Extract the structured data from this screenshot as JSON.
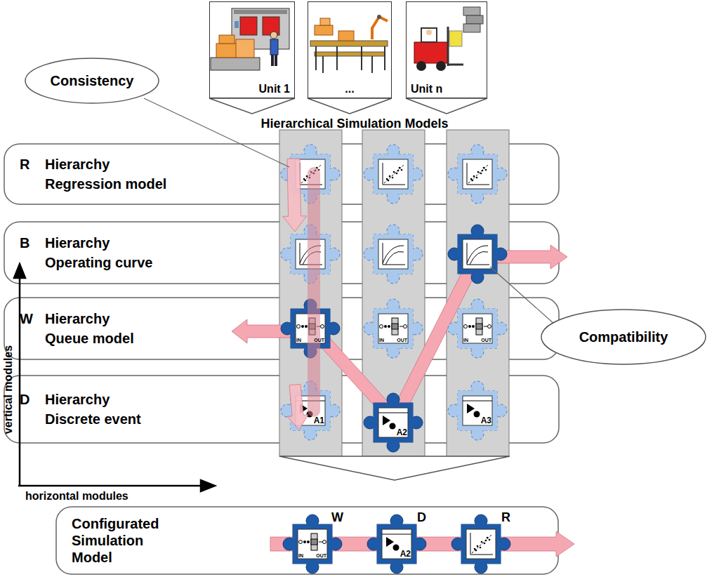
{
  "diagram": {
    "nodes": [
      {
        "text": [
          "Unit 1"
        ]
      },
      {
        "text": [
          "..."
        ]
      },
      {
        "text": [
          "Unit n"
        ]
      },
      {
        "text": [
          "Consistency"
        ]
      },
      {
        "text": [
          "R",
          "Hierarchy Regression model"
        ]
      },
      {
        "text": [
          "B",
          "Hierarchy Operating curve"
        ]
      },
      {
        "text": [
          "W",
          "Hierarchy Queue model"
        ]
      },
      {
        "text": [
          "D",
          "Hierarchy Discrete event"
        ]
      },
      {
        "text": [
          "Compatibility"
        ]
      },
      {
        "text": [
          "IN",
          "OUT"
        ]
      },
      {
        "text": [
          "IN",
          "OUT"
        ]
      },
      {
        "text": [
          "IN",
          "OUT"
        ]
      },
      {
        "text": [
          "A1"
        ]
      },
      {
        "text": [
          "A2"
        ]
      },
      {
        "text": [
          "A3"
        ]
      },
      {
        "text": [
          "Configurated Simulation Model"
        ]
      },
      {
        "text": [
          "IN",
          "OUT"
        ],
        "in": 15
      },
      {
        "text": [
          "A2"
        ],
        "in": 15
      }
    ],
    "labels": [
      "Hierarchical Simulation Models",
      "vertical modules",
      "horizontal modules",
      "W",
      "D",
      "R"
    ]
  }
}
